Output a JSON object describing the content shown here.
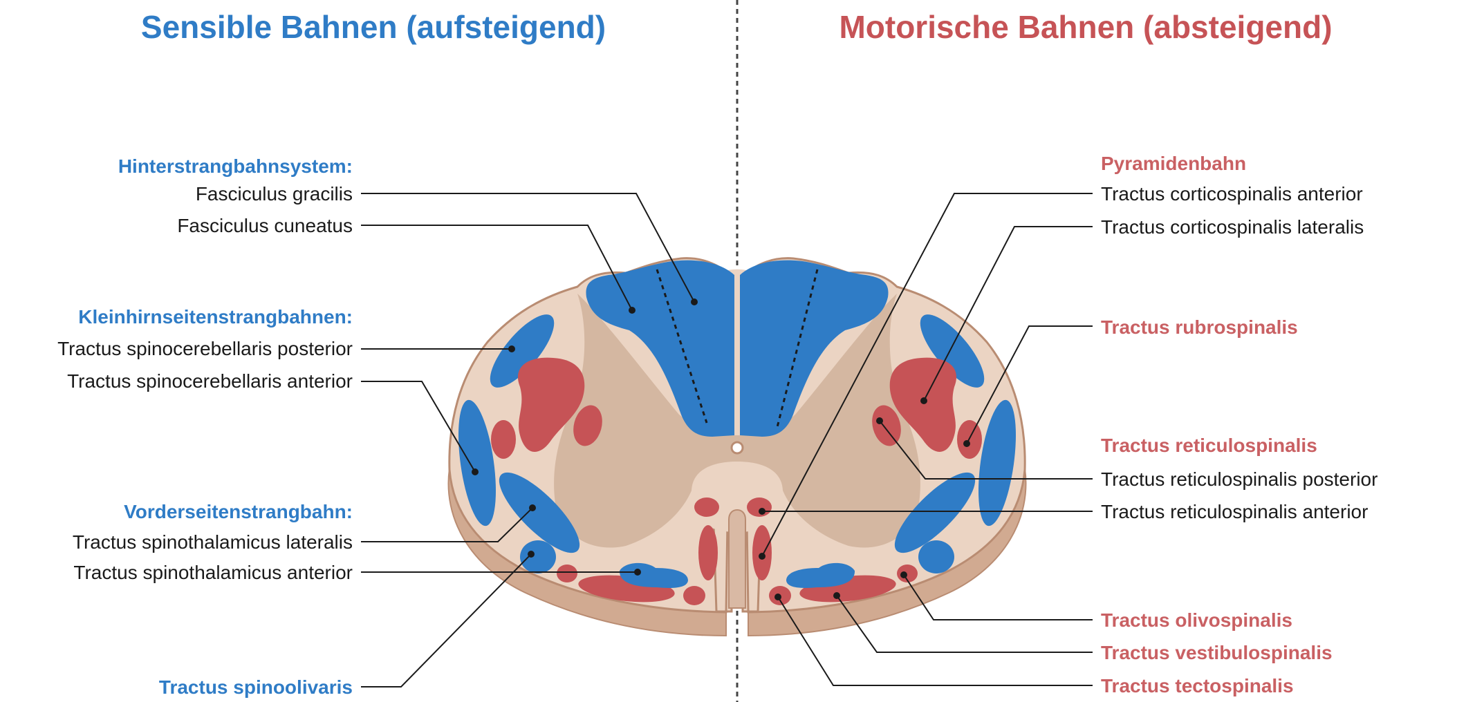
{
  "headings": {
    "sensory": "Sensible Bahnen (aufsteigend)",
    "motor": "Motorische Bahnen (absteigend)"
  },
  "colors": {
    "sensory": "#2f7cc6",
    "motor": "#c65356",
    "motor_label": "#c96063",
    "white_matter": "#ebd4c3",
    "gray_matter": "#d4b7a1",
    "cord_edge": "#b98c72",
    "cord_side": "#d1aa91"
  },
  "left": {
    "group1_title": "Hinterstrangbahnsystem:",
    "fasciculus_gracilis": "Fasciculus gracilis",
    "fasciculus_cuneatus": "Fasciculus cuneatus",
    "group2_title": "Kleinhirnseitenstrangbahnen:",
    "spinocerebellaris_posterior": "Tractus spinocerebellaris posterior",
    "spinocerebellaris_anterior": "Tractus spinocerebellaris anterior",
    "group3_title": "Vorderseitenstrangbahn:",
    "spinothalamicus_lateralis": "Tractus spinothalamicus lateralis",
    "spinothalamicus_anterior": "Tractus spinothalamicus anterior",
    "spinoolivaris": "Tractus spinoolivaris"
  },
  "right": {
    "group1_title": "Pyramidenbahn",
    "corticospinalis_anterior": "Tractus corticospinalis anterior",
    "corticospinalis_lateralis": "Tractus corticospinalis lateralis",
    "rubrospinalis": "Tractus rubrospinalis",
    "group2_title": "Tractus reticulospinalis",
    "reticulospinalis_posterior": "Tractus reticulospinalis posterior",
    "reticulospinalis_anterior": "Tractus reticulospinalis anterior",
    "olivospinalis": "Tractus olivospinalis",
    "vestibulospinalis": "Tractus vestibulospinalis",
    "tectospinalis": "Tractus tectospinalis"
  }
}
